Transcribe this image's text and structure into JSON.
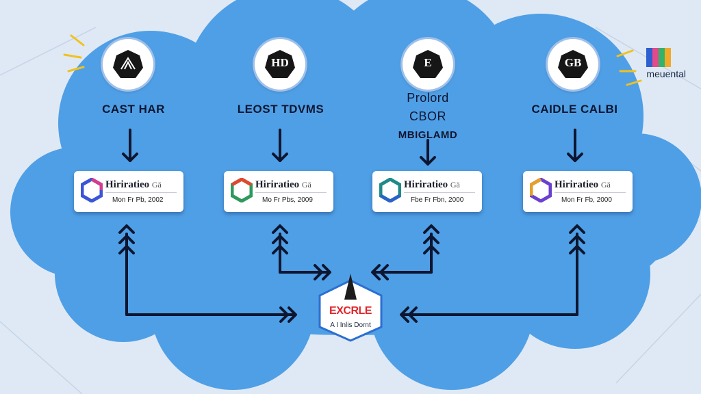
{
  "colors": {
    "background": "#dfe9f5",
    "cloud": "#4f9fe6",
    "arrow": "#0d1630",
    "card": "#ffffff",
    "center_border": "#2b6fd0",
    "center_text": "#e0262c"
  },
  "brand": {
    "text": "meuental",
    "icon": "grid-logo-icon"
  },
  "columns": [
    {
      "badge": "",
      "badge_icon": "leaf-emblem-icon",
      "title_lines": [
        "CAST HAR"
      ],
      "card": {
        "name": "Hiriratieo",
        "suffix": "Gä",
        "date": "Mon Fr Pb, 2002"
      }
    },
    {
      "badge": "HD",
      "badge_icon": "hd-emblem-icon",
      "title_lines": [
        "LEOST TDVMS"
      ],
      "card": {
        "name": "Hiriratieo",
        "suffix": "Gä",
        "date": "Mo Fr Pbs, 2009"
      }
    },
    {
      "badge": "E",
      "badge_icon": "e-emblem-icon",
      "title_lines": [
        "Prolord",
        "CBOR",
        "MBIGLAMD"
      ],
      "card": {
        "name": "Hiriratieo",
        "suffix": "Gä",
        "date": "Fbe Fr Fbn, 2000"
      }
    },
    {
      "badge": "GB",
      "badge_icon": "gb-emblem-icon",
      "title_lines": [
        "CAIDLE CALBI"
      ],
      "card": {
        "name": "Hiriratieo",
        "suffix": "Gä",
        "date": "Mon Fr Fb, 2000"
      }
    }
  ],
  "center": {
    "title": "EXCRLE",
    "subtitle": "A I Inlis Dornt"
  }
}
